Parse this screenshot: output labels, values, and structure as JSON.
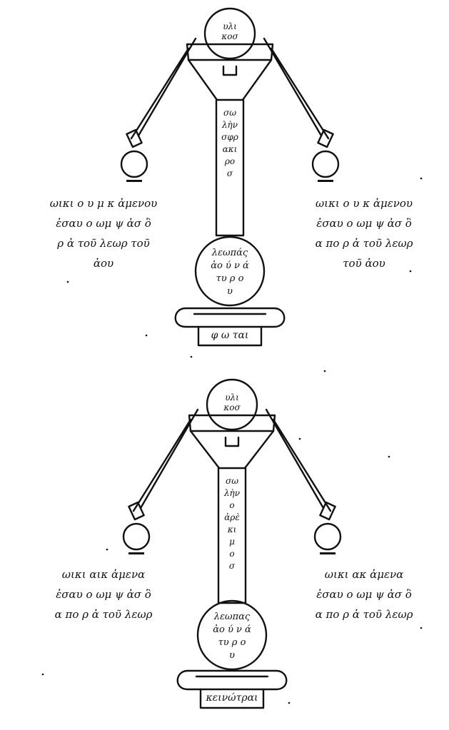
{
  "diagrams": [
    {
      "top_circle": [
        "υλι",
        "κοσ"
      ],
      "column": [
        "σω",
        "λὴν",
        "σφρ",
        "ακι",
        "ρο",
        "σ"
      ],
      "left_note": [
        "ωικι ο υ μ κ ἀμενου",
        "ἐσαυ ο ωμ ψ ἀσ ὃ",
        "ρ ἀ τοῦ λεωρ τοῦ",
        "ἀου"
      ],
      "right_note": [
        "ωικι ο υ κ ἀμενου",
        "ἐσαυ ο ωμ ψ ἀσ ὃ",
        "α πο ρ ἀ τοῦ λεωρ",
        "τοῦ ἀου"
      ],
      "bottom_circle": [
        "λεωπάς",
        "ἀο ύ ν ά",
        "τυ ρ ο",
        "υ"
      ],
      "base_label": "φ ω ται"
    },
    {
      "top_circle": [
        "υλι",
        "κοσ"
      ],
      "column": [
        "σω",
        "λὴν",
        "ο",
        "ἀρὲ",
        "κι",
        "μ",
        "ο",
        "σ"
      ],
      "left_note": [
        "ωικι αικ ἀμενα",
        "ἐσαυ ο ωμ ψ ἀσ ὃ",
        "α πο ρ ἀ τοῦ λεωρ"
      ],
      "right_note": [
        "ωικι ακ ἀμενα",
        "ἐσαυ ο ωμ ψ ἀσ ὃ",
        "α πο ρ ἀ τοῦ λεωρ"
      ],
      "bottom_circle": [
        "λεωπας",
        "ἀο ύ ν ά",
        "τυ ρ ο",
        "υ"
      ],
      "base_label": "κεινώτραι"
    }
  ]
}
